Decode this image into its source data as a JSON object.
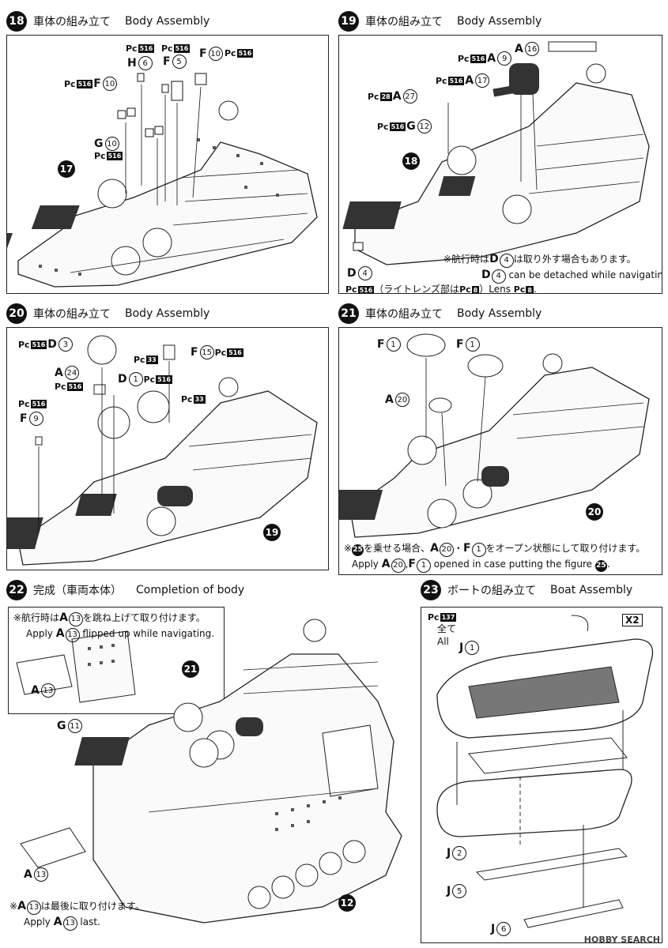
{
  "steps": [
    {
      "num": "18",
      "jp": "車体の組み立て",
      "en": "Body Assembly"
    },
    {
      "num": "19",
      "jp": "車体の組み立て",
      "en": "Body Assembly"
    },
    {
      "num": "20",
      "jp": "車体の組み立て",
      "en": "Body Assembly"
    },
    {
      "num": "21",
      "jp": "車体の組み立て",
      "en": "Body Assembly"
    },
    {
      "num": "22",
      "jp": "完成（車両本体）",
      "en": "Completion of body"
    },
    {
      "num": "23",
      "jp": "ボートの組み立て",
      "en": "Boat Assembly"
    }
  ],
  "paint": {
    "pc": "Pc",
    "c516": "516",
    "c33": "33",
    "c28": "28",
    "c8": "8",
    "c137": "137"
  },
  "s18": {
    "labels": [
      {
        "part": "H",
        "n": "6"
      },
      {
        "part": "F",
        "n": "5"
      },
      {
        "part": "F",
        "n": "10"
      },
      {
        "part": "F",
        "n": "10"
      },
      {
        "part": "G",
        "n": "10"
      }
    ],
    "callout": "17"
  },
  "s19": {
    "labels": [
      {
        "part": "A",
        "n": "16"
      },
      {
        "part": "A",
        "n": "9"
      },
      {
        "part": "A",
        "n": "17"
      },
      {
        "part": "A",
        "n": "27"
      },
      {
        "part": "G",
        "n": "12"
      },
      {
        "part": "D",
        "n": "4"
      }
    ],
    "callout": "18",
    "note1_jp": "※航行時は",
    "note1_jp2": "は取り外す場合もあります。",
    "note1_en": "can be detached while navigating.",
    "note2_jp": "（ライトレンズ部は",
    "note2_jp2": "）Lens",
    "note2_end": "."
  },
  "s20": {
    "labels": [
      {
        "part": "D",
        "n": "3"
      },
      {
        "part": "F",
        "n": "15"
      },
      {
        "part": "A",
        "n": "24"
      },
      {
        "part": "D",
        "n": "1"
      },
      {
        "part": "F",
        "n": "9"
      }
    ],
    "callout": "19"
  },
  "s21": {
    "labels": [
      {
        "part": "F",
        "n": "1"
      },
      {
        "part": "F",
        "n": "1"
      },
      {
        "part": "A",
        "n": "20"
      }
    ],
    "callout": "20",
    "note_jp_a": "※",
    "note_jp_b": "を乗せる場合、",
    "note_jp_c": "・",
    "note_jp_d": "をオープン状態にして取り付けます。",
    "note_en_a": "Apply",
    "note_en_b": "opened in case putting the figure",
    "note_en_c": ".",
    "fig": "25"
  },
  "s22": {
    "inset_jp_a": "※航行時は",
    "inset_jp_b": "を跳ね上げて取り付けます。",
    "inset_en_a": "Apply",
    "inset_en_b": "flipped up while navigating.",
    "labels": [
      {
        "part": "A",
        "n": "13"
      },
      {
        "part": "G",
        "n": "11"
      },
      {
        "part": "A",
        "n": "13"
      }
    ],
    "callout_a": "21",
    "callout_b": "12",
    "bottom_jp_a": "※",
    "bottom_jp_b": "は最後に取り付けます。",
    "bottom_en_a": "Apply",
    "bottom_en_b": "last."
  },
  "s23": {
    "x2": "X2",
    "all_jp": "全て",
    "all_en": "All",
    "labels": [
      {
        "part": "J",
        "n": "1"
      },
      {
        "part": "J",
        "n": "2"
      },
      {
        "part": "J",
        "n": "5"
      },
      {
        "part": "J",
        "n": "6"
      }
    ]
  },
  "watermark": "HOBBY SEARCH"
}
